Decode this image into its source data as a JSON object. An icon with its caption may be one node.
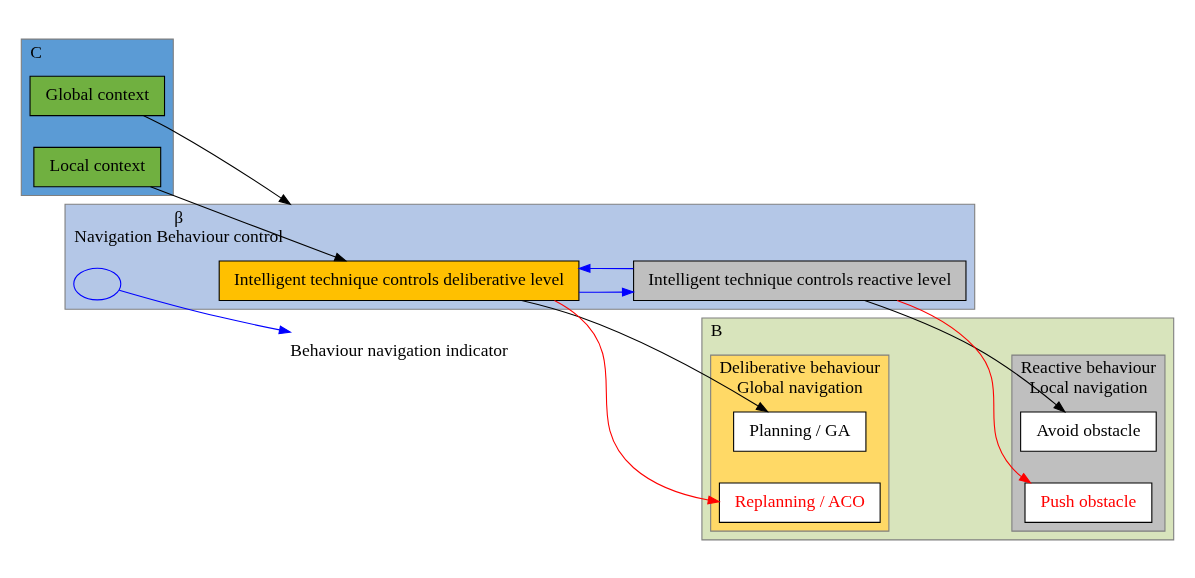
{
  "diagram": {
    "nodes": [
      {
        "text": [
          "C"
        ]
      },
      {
        "text": [
          "Global context"
        ],
        "in": 0
      },
      {
        "text": [
          "Local context"
        ],
        "in": 0
      },
      {
        "text": [
          "β",
          "Navigation Behaviour control"
        ]
      },
      {
        "text": [
          "Intelligent technique controls deliberative level"
        ],
        "in": 3
      },
      {
        "text": [
          "Intelligent technique controls reactive level"
        ],
        "in": 3
      },
      {
        "text": [
          "Behaviour navigation indicator"
        ]
      },
      {
        "text": [],
        "shape": "ellipse",
        "in": 3
      },
      {
        "text": [
          "B"
        ]
      },
      {
        "text": [
          "Deliberative behaviour",
          "Global navigation"
        ],
        "in": 8
      },
      {
        "text": [
          "Planning / GA"
        ],
        "in": 9
      },
      {
        "text": [
          "Replanning / ACO"
        ],
        "in": 9
      },
      {
        "text": [
          "Reactive behaviour",
          "Local navigation"
        ],
        "in": 8
      },
      {
        "text": [
          "Avoid obstacle"
        ],
        "in": 12
      },
      {
        "text": [
          "Push obstacle"
        ],
        "in": 12
      }
    ],
    "edges": [
      {
        "from": 1,
        "to": 3,
        "arrow": "to"
      },
      {
        "from": 2,
        "to": 4,
        "arrow": "to"
      },
      {
        "from": 4,
        "to": 10,
        "arrow": "to"
      },
      {
        "from": 4,
        "to": 11,
        "arrow": "to",
        "color": "#ff0000"
      },
      {
        "from": 5,
        "to": 4,
        "arrow": "to",
        "color": "#0000ff"
      },
      {
        "from": 4,
        "to": 5,
        "arrow": "to",
        "color": "#0000ff"
      },
      {
        "from": 7,
        "to": 6,
        "arrow": "to",
        "color": "#0000ff"
      },
      {
        "from": 5,
        "to": 13,
        "arrow": "to"
      },
      {
        "from": 5,
        "to": 14,
        "arrow": "to",
        "color": "#ff0000"
      }
    ]
  }
}
